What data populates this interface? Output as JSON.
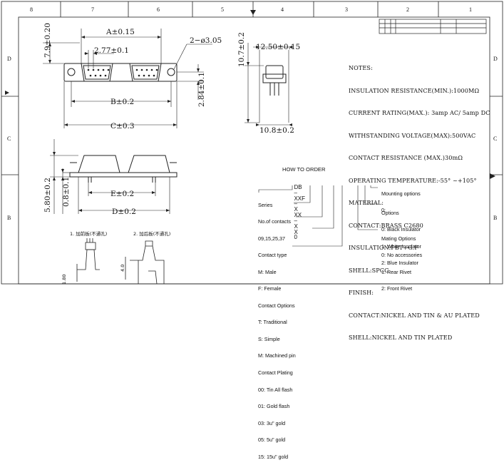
{
  "frame": {
    "top_zones": [
      "8",
      "7",
      "6",
      "5",
      "4",
      "3",
      "2",
      "1"
    ],
    "side_zones": [
      "D",
      "C",
      "B"
    ]
  },
  "dims": {
    "a": "A±0.15",
    "b": "B±0.2",
    "c": "C±0.3",
    "d": "D±0.2",
    "e": "E±0.2",
    "pitch": "2.77±0.1",
    "hole": "2−ø3.05",
    "v_top": "7.9±0.20",
    "v_right_mid": "2.84±0.1",
    "v_side_height": "10.7±0.2",
    "side_width": "12.50±0.15",
    "side_bottom": "10.8±0.2",
    "v_low_1": "5.80±0.2",
    "v_low_2": "0.8±0.1"
  },
  "notes": [
    "NOTES:",
    "INSULATION RESISTANCE(MIN.):1000MΩ",
    "CURRENT RATING(MAX.): 3amp AC/ 5amp DC",
    "WITHSTANDING VOLTAGE(MAX):500VAC",
    "CONTACT RESISTANCE (MAX.)30mΩ",
    "OPERATING TEMPERATURE:-55° ~+105°",
    "MATERIAL:",
    "CONTACT:BRASS C2680",
    "INSULATION:PBT+G.F",
    "SHELL:SPCC",
    "FINISH:",
    "CONTACT:NICKEL AND TIN & AU PLATED",
    "SHELL:NICKEL AND TIN PLATED"
  ],
  "order": {
    "title": "HOW TO ORDER",
    "code": {
      "prefix": "DB",
      "dash1": "–",
      "contacts": "XX",
      "type": "F",
      "dash2": "–",
      "options": "X",
      "plating": "XX",
      "dash3": "–",
      "mating": "X",
      "color": "X",
      "mounting": "0"
    },
    "left_lines": [
      "Series",
      "No.of contacts",
      "09,15,25,37",
      "Contact type",
      "M: Male",
      "F: Female",
      "Contact Options",
      "T: Traditional",
      "S: Simple",
      "M: Machined pin",
      "Contact Plating",
      "00: Tin All flash",
      "01: Gold flash",
      "03: 3u\" gold",
      "05: 5u\" gold",
      "15: 15u\" gold"
    ],
    "mounting": [
      "Mounting options",
      "0:"
    ],
    "colors": [
      "Options",
      "0: Black Insulator",
      "1: White Insulator",
      "2: Blue Insulator"
    ],
    "mating": [
      "Mating Options",
      "0: No accessories",
      "1: Rear Rivet",
      "2: Front Rivet"
    ]
  },
  "sketch_labels": {
    "label1": "1. 加前板(不通孔)",
    "label2": "2. 加后板(不通孔)",
    "v1": "1.80",
    "v2": "4.0"
  }
}
